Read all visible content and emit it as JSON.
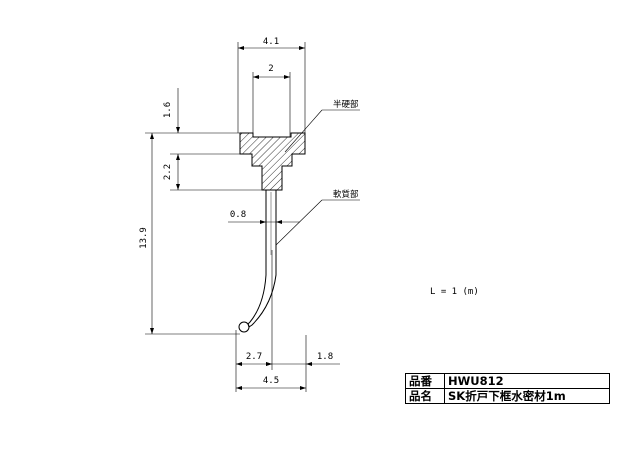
{
  "dimensions": {
    "top_width": "4.1",
    "neck_width": "2",
    "upper_height": "1.6",
    "mid_height": "2.2",
    "total_height": "13.9",
    "lip_thickness": "0.8",
    "bottom_left": "2.7",
    "bottom_right": "1.8",
    "bottom_total": "4.5"
  },
  "labels": {
    "hard_part": "半硬部",
    "soft_part": "軟質部",
    "length_note": "L = 1 (m)"
  },
  "title_block": {
    "code_label": "品番",
    "code_value": "HWU812",
    "name_label": "品名",
    "name_value": "SK折戸下框水密材1m"
  }
}
